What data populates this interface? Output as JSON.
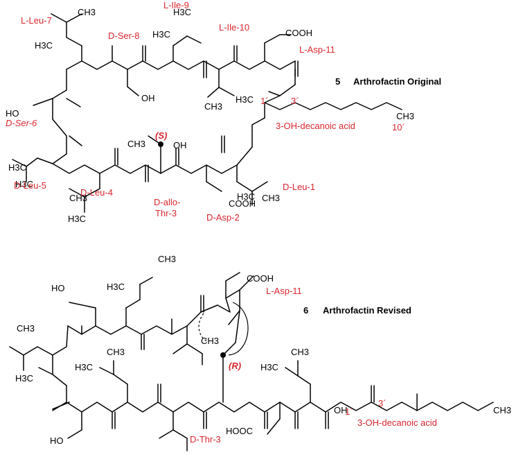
{
  "colors": {
    "label": "#d7262d",
    "structure": "#000000"
  },
  "structure_5": {
    "number": "5",
    "title": "Arthrofactin Original",
    "residue_labels": [
      "L-Leu-7",
      "D-Ser-8",
      "L-Ile-9",
      "L-Ile-10",
      "L-Asp-11",
      "D-Ser-6",
      "D-Leu-5",
      "D-Leu-4",
      "D-allo-",
      "Thr-3",
      "D-Asp-2",
      "D-Leu-1",
      "3-OH-decanoic acid"
    ],
    "stereo": "(S)",
    "primes": [
      "1´",
      "3´",
      "10´"
    ],
    "atoms": [
      "COOH",
      "COOH",
      "HO",
      "OH",
      "OH",
      "CH3",
      "H3C",
      "H3C",
      "H3C",
      "H3C",
      "H3C",
      "H3C",
      "H3C",
      "H3C",
      "CH3",
      "CH3",
      "CH3",
      "CH3",
      "CH3"
    ]
  },
  "structure_6": {
    "number": "6",
    "title": "Arthrofactin Revised",
    "residue_labels": [
      "L-Asp-11",
      "D-Thr-3",
      "3-OH-decanoic acid"
    ],
    "stereo": "(R)",
    "primes": [
      "1´",
      "3´"
    ],
    "atoms": [
      "COOH",
      "HOOC",
      "HO",
      "HO",
      "OH",
      "CH3",
      "CH3",
      "CH3",
      "CH3",
      "CH3",
      "CH3",
      "H3C",
      "H3C",
      "H3C",
      "H3C"
    ]
  }
}
